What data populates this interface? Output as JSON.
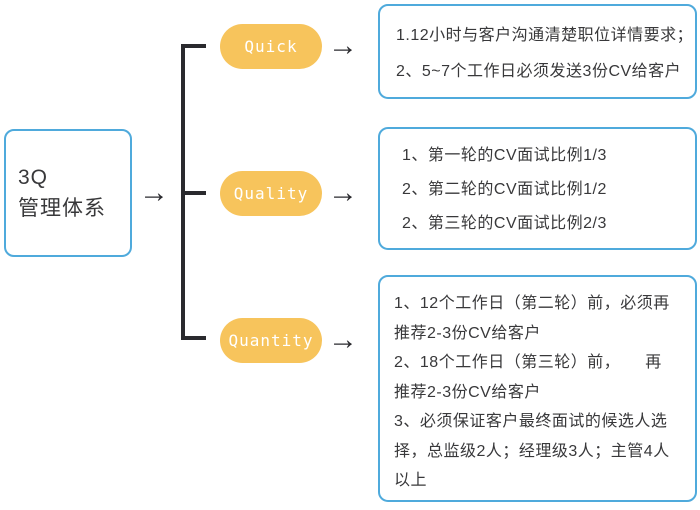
{
  "diagram": {
    "root": {
      "line1": "3Q",
      "line2": "管理体系"
    },
    "arrow_glyph": "→",
    "branches": [
      {
        "label": "Quick",
        "lines": [
          "1.12小时与客户沟通清楚职位详情要求；",
          "2、5~7个工作日必须发送3份CV给客户"
        ]
      },
      {
        "label": "Quality",
        "lines": [
          "1、第一轮的CV面试比例1/3",
          "2、第二轮的CV面试比例1/2",
          "2、第三轮的CV面试比例2/3"
        ]
      },
      {
        "label": "Quantity",
        "lines": [
          "1、12个工作日（第二轮）前，必须再",
          "推荐2-3份CV给客户",
          "2、18个工作日（第三轮）前，　　再",
          "推荐2-3份CV给客户",
          "3、必须保证客户最终面试的候选人选",
          "择，总监级2人；经理级3人；主管4人",
          "以上"
        ]
      }
    ],
    "colors": {
      "pill_fill": "#F7C45C",
      "box_border": "#4FAADC",
      "text": "#38383A",
      "connector": "#2A2A2E"
    }
  }
}
